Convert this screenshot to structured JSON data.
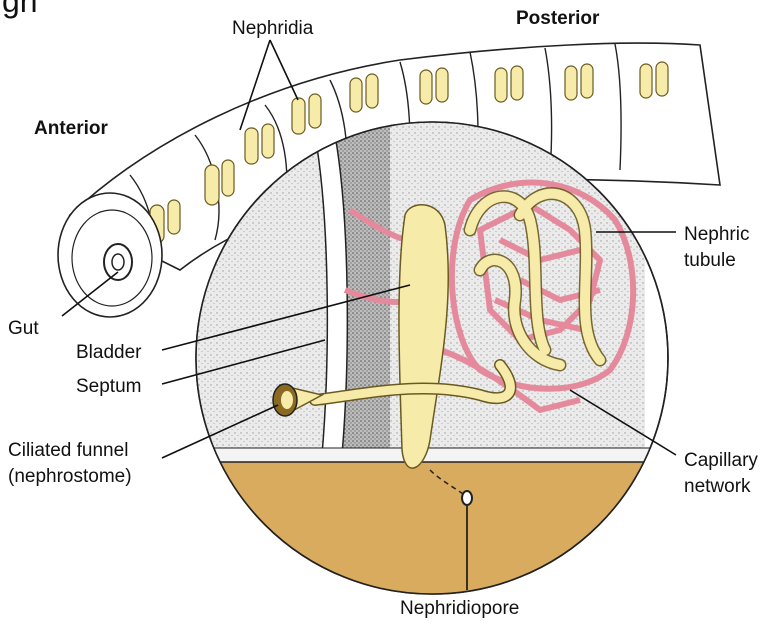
{
  "labels": {
    "top_cut_off": "gn",
    "posterior": "Posterior",
    "nephridia": "Nephridia",
    "anterior": "Anterior",
    "gut": "Gut",
    "bladder": "Bladder",
    "septum": "Septum",
    "ciliated_funnel_line1": "Ciliated funnel",
    "ciliated_funnel_line2": "(nephrostome)",
    "nephric_tubule_line1": "Nephric",
    "nephric_tubule_line2": "tubule",
    "capillary_network_line1": "Capillary",
    "capillary_network_line2": "network",
    "nephridiopore": "Nephridiopore"
  },
  "colors": {
    "tubule_yellow": "#f6eba9",
    "capillary_pink": "#e48a9c",
    "body_wall_tan": "#d9ab5e",
    "stipple_gray": "#c9c9c9",
    "background_gray": "#e6e6e6",
    "ink": "#111111"
  }
}
